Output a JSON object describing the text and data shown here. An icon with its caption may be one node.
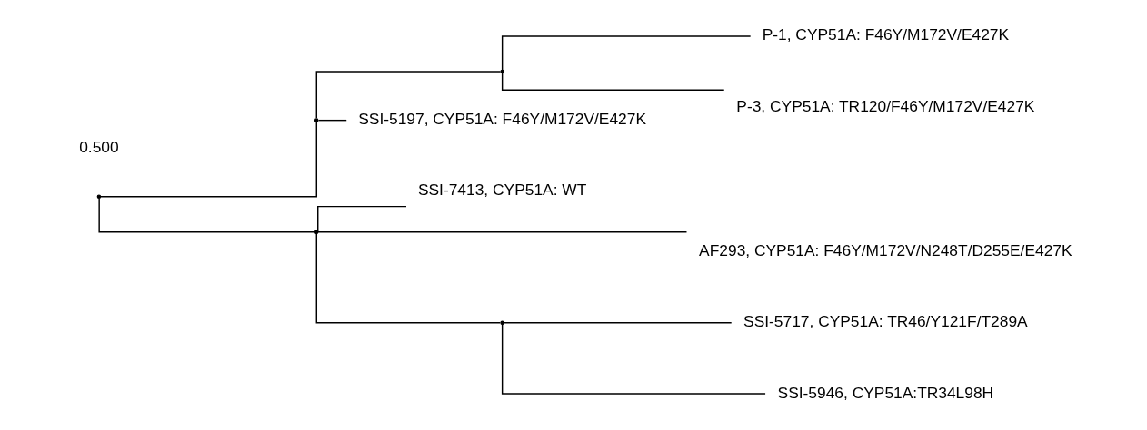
{
  "diagram": {
    "nodes": [
      {
        "text": [],
        "shape": "point"
      },
      {
        "text": [],
        "shape": "point"
      },
      {
        "text": [],
        "shape": "point"
      },
      {
        "text": [
          "P-1, CYP51A: F46Y/M172V/E427K"
        ]
      },
      {
        "text": [
          "P-3, CYP51A: TR120/F46Y/M172V/E427K"
        ]
      },
      {
        "text": [
          "SSI-5197, CYP51A: F46Y/M172V/E427K"
        ]
      },
      {
        "text": [],
        "shape": "point"
      },
      {
        "text": [
          "SSI-7413, CYP51A: WT"
        ]
      },
      {
        "text": [
          "AF293, CYP51A: F46Y/M172V/N248T/D255E/E427K"
        ]
      },
      {
        "text": [],
        "shape": "point"
      },
      {
        "text": [
          "SSI-5717, CYP51A: TR46/Y121F/T289A"
        ]
      },
      {
        "text": [
          "SSI-5946, CYP51A:TR34L98H"
        ]
      }
    ],
    "edges": [
      {
        "from": 0,
        "to": 1,
        "arrow": "none"
      },
      {
        "from": 1,
        "to": 2,
        "arrow": "none"
      },
      {
        "from": 2,
        "to": 3,
        "arrow": "none"
      },
      {
        "from": 2,
        "to": 4,
        "arrow": "none"
      },
      {
        "from": 1,
        "to": 5,
        "arrow": "none"
      },
      {
        "from": 0,
        "to": 6,
        "arrow": "none"
      },
      {
        "from": 6,
        "to": 7,
        "arrow": "none"
      },
      {
        "from": 6,
        "to": 8,
        "arrow": "none"
      },
      {
        "from": 6,
        "to": 9,
        "arrow": "none"
      },
      {
        "from": 9,
        "to": 10,
        "arrow": "none"
      },
      {
        "from": 9,
        "to": 11,
        "arrow": "none"
      }
    ],
    "labels": [
      "0.500"
    ]
  }
}
